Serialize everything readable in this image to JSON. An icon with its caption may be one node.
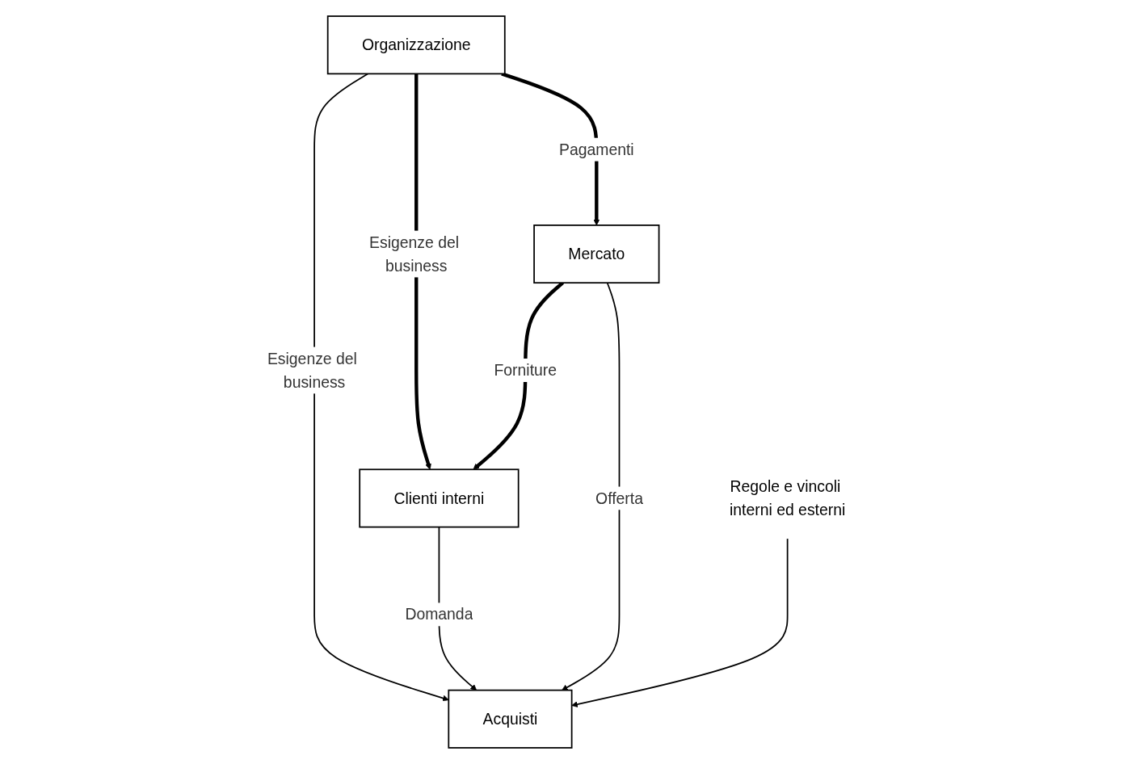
{
  "diagram": {
    "nodes": [
      {
        "text": [
          "Organizzazione"
        ]
      },
      {
        "text": [
          "Clienti interni"
        ]
      },
      {
        "text": [
          "Acquisti"
        ]
      },
      {
        "text": [
          "Mercato"
        ]
      },
      {
        "text": [
          "Regole e vincoli interni ed esterni"
        ]
      }
    ],
    "edges": [
      {
        "from": 0,
        "to": 1,
        "arrow": "to",
        "label": "Esigenze del business",
        "style": "thick"
      },
      {
        "from": 0,
        "to": 2,
        "arrow": "to",
        "label": "Esigenze del business"
      },
      {
        "from": 0,
        "to": 3,
        "arrow": "to",
        "label": "Pagamenti",
        "style": "thick"
      },
      {
        "from": 1,
        "to": 2,
        "arrow": "to",
        "label": "Domanda"
      },
      {
        "from": 3,
        "to": 2,
        "arrow": "to",
        "label": "Offerta"
      },
      {
        "from": 4,
        "to": 2,
        "arrow": "to"
      },
      {
        "from": 3,
        "to": 1,
        "arrow": "to",
        "label": "Forniture",
        "style": "thick"
      }
    ]
  }
}
